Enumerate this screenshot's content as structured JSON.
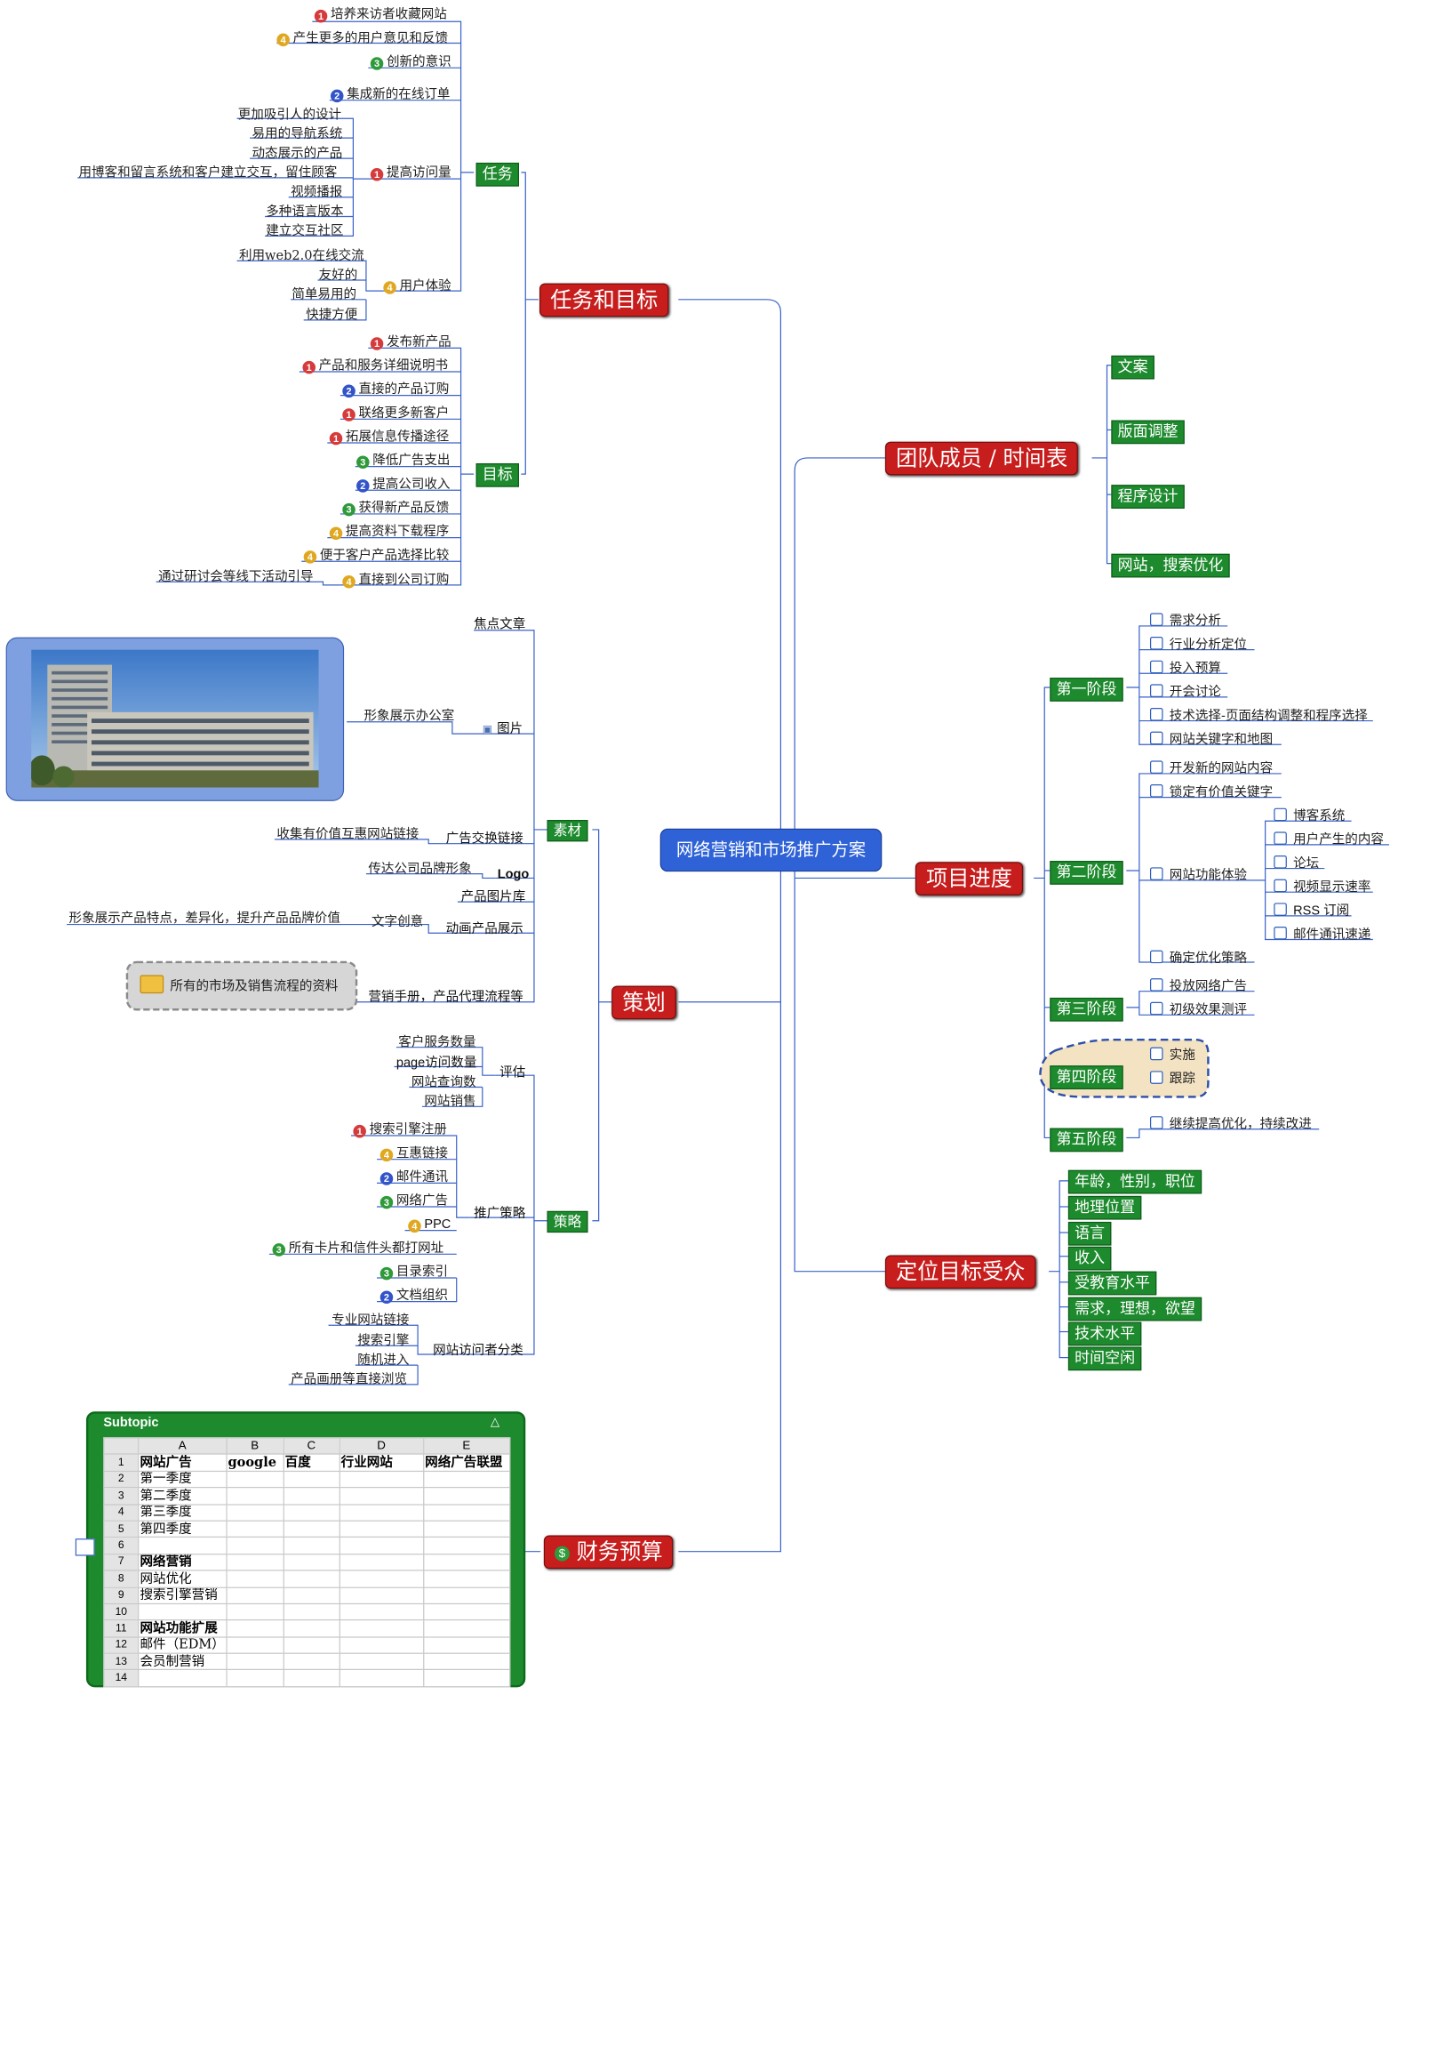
{
  "central": "网络营销和市场推广方案",
  "branches": {
    "task_goal": {
      "label": "任务和目标",
      "task": {
        "label": "任务",
        "items": [
          {
            "p": "1",
            "text": "培养来访者收藏网站",
            "bold_part": "培养"
          },
          {
            "p": "4",
            "text": "产生更多的用户意见和反馈"
          },
          {
            "p": "3",
            "text": "创新的意识"
          },
          {
            "p": "2",
            "text": "集成新的在线订单"
          }
        ],
        "traffic": {
          "p": "1",
          "label": "提高访问量",
          "children": [
            "更加吸引人的设计",
            "易用的导航系统",
            "动态展示的产品",
            "用博客和留言系统和客户建立交互，留住顾客",
            "视频播报",
            "多种语言版本",
            "建立交互社区"
          ]
        },
        "ux": {
          "p": "4",
          "label": "用户体验",
          "children": [
            "利用web2.0在线交流",
            "友好的",
            "简单易用的",
            "快捷方便"
          ]
        }
      },
      "goal": {
        "label": "目标",
        "items": [
          {
            "p": "1",
            "text": "发布新产品"
          },
          {
            "p": "1",
            "text": "产品和服务详细说明书"
          },
          {
            "p": "2",
            "text": "直接的产品订购"
          },
          {
            "p": "1",
            "text": "联络更多新客户"
          },
          {
            "p": "1",
            "text": "拓展信息传播途径"
          },
          {
            "p": "3",
            "text": "降低广告支出"
          },
          {
            "p": "2",
            "text": "提高公司收入"
          },
          {
            "p": "3",
            "text": "获得新产品反馈"
          },
          {
            "p": "4",
            "text": "提高资料下载程序"
          },
          {
            "p": "4",
            "text": "便于客户产品选择比较"
          },
          {
            "p": "4",
            "text": "直接到公司订购",
            "child": "通过研讨会等线下活动引导"
          }
        ]
      }
    },
    "planning": {
      "label": "策划",
      "material": {
        "label": "素材",
        "items": {
          "focus": "焦点文章",
          "picture": "图片",
          "picture_child": "形象展示办公室",
          "exchange": "广告交换链接",
          "exchange_child": "收集有价值互惠网站链接",
          "logo": "Logo",
          "logo_child": "传达公司品牌形象",
          "gallery": "产品图片库",
          "anim": "动画产品展示",
          "anim_child": "文字创意",
          "anim_grandchild": "形象展示产品特点，差异化，提升产品品牌价值",
          "manual": "营销手册，产品代理流程等",
          "manual_child": "所有的市场及销售流程的资料"
        }
      },
      "strategy": {
        "label": "策略",
        "eval": {
          "label": "评估",
          "children": [
            "客户服务数量",
            "page访问数量",
            "网站查询数",
            "网站销售"
          ]
        },
        "promo": {
          "label": "推广策略",
          "children": [
            {
              "p": "1",
              "text": "搜索引擎注册"
            },
            {
              "p": "4",
              "text": "互惠链接"
            },
            {
              "p": "2",
              "text": "邮件通讯"
            },
            {
              "p": "3",
              "text": "网络广告"
            },
            {
              "p": "4",
              "text": "PPC"
            },
            {
              "p": "3",
              "text": "所有卡片和信件头都打网址"
            },
            {
              "p": "3",
              "text": "目录索引"
            },
            {
              "p": "2",
              "text": "文档组织"
            }
          ]
        },
        "visitors": {
          "label": "网站访问者分类",
          "children": [
            "专业网站链接",
            "搜索引擎",
            "随机进入",
            "产品画册等直接浏览"
          ]
        }
      }
    },
    "budget": {
      "label": "财务预算",
      "icon": "dollar-icon",
      "sheet": {
        "title": "Subtopic",
        "col_letters": [
          "A",
          "B",
          "C",
          "D",
          "E"
        ],
        "rows": [
          [
            "1",
            "网站广告",
            "google",
            "百度",
            "行业网站",
            "网络广告联盟"
          ],
          [
            "2",
            "第一季度",
            "",
            "",
            "",
            ""
          ],
          [
            "3",
            "第二季度",
            "",
            "",
            "",
            ""
          ],
          [
            "4",
            "第三季度",
            "",
            "",
            "",
            ""
          ],
          [
            "5",
            "第四季度",
            "",
            "",
            "",
            ""
          ],
          [
            "6",
            "",
            "",
            "",
            "",
            ""
          ],
          [
            "7",
            "网络营销",
            "",
            "",
            "",
            ""
          ],
          [
            "8",
            "网站优化",
            "",
            "",
            "",
            ""
          ],
          [
            "9",
            "搜索引擎营销",
            "",
            "",
            "",
            ""
          ],
          [
            "10",
            "",
            "",
            "",
            "",
            ""
          ],
          [
            "11",
            "网站功能扩展",
            "",
            "",
            "",
            ""
          ],
          [
            "12",
            "邮件（EDM）",
            "",
            "",
            "",
            ""
          ],
          [
            "13",
            "会员制营销",
            "",
            "",
            "",
            ""
          ],
          [
            "14",
            "",
            "",
            "",
            "",
            ""
          ]
        ],
        "bold_rows": [
          0,
          6,
          10
        ]
      }
    },
    "team": {
      "label": "团队成员 / 时间表",
      "children": [
        "文案",
        "版面调整",
        "程序设计",
        "网站，搜索优化"
      ]
    },
    "progress": {
      "label": "项目进度",
      "stages": [
        {
          "label": "第一阶段",
          "tasks": [
            "需求分析",
            "行业分析定位",
            "投入预算",
            "开会讨论",
            "技术选择-页面结构调整和程序选择",
            "网站关键字和地图"
          ]
        },
        {
          "label": "第二阶段",
          "tasks": [
            "开发新的网站内容",
            "锁定有价值关键字",
            "网站功能体验",
            "确定优化策略"
          ],
          "sub_of": "网站功能体验",
          "subtasks": [
            "博客系统",
            "用户产生的内容",
            "论坛",
            "视频显示速率",
            "RSS 订阅",
            "邮件通讯速递"
          ]
        },
        {
          "label": "第三阶段",
          "tasks": [
            "投放网络广告",
            "初级效果测评"
          ]
        },
        {
          "label": "第四阶段",
          "tasks": [
            "实施",
            "跟踪"
          ]
        },
        {
          "label": "第五阶段",
          "tasks": [
            "继续提高优化，持续改进"
          ]
        }
      ]
    },
    "audience": {
      "label": "定位目标受众",
      "children": [
        "年龄，性别，职位",
        "地理位置",
        "语言",
        "收入",
        "受教育水平",
        "需求，理想，欲望",
        "技术水平",
        "时间空闲"
      ]
    }
  },
  "colors": {
    "topic_red": "#c71d1d",
    "sub_green": "#1e8a2e",
    "central_blue": "#2e62d6",
    "line": "#4a6fd1"
  }
}
